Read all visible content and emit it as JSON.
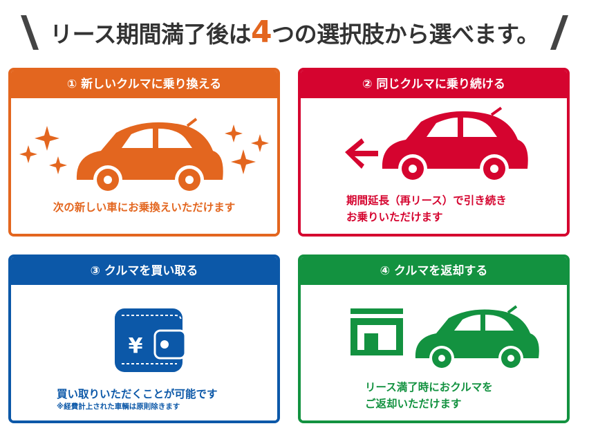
{
  "heading": {
    "prefix": "リース期間満了後は",
    "number": "4",
    "suffix": "つの選択肢から選べます。"
  },
  "colors": {
    "orange": "#e3661f",
    "red": "#d5042f",
    "blue": "#0c58a8",
    "green": "#139240",
    "text": "#333333"
  },
  "options": [
    {
      "title": "① 新しいクルマに乗り換える",
      "line1": "次の新しい車にお乗換えいただけます",
      "line2": ""
    },
    {
      "title": "② 同じクルマに乗り続ける",
      "line1": "期間延長（再リース）で引き続き",
      "line2": "お乗りいただけます"
    },
    {
      "title": "③ クルマを買い取る",
      "line1": "買い取りいただくことが可能です",
      "line2": "※経費計上された車輌は原則除きます"
    },
    {
      "title": "④ クルマを返却する",
      "line1": "リース満了時におクルマを",
      "line2": "ご返却いただけます"
    }
  ],
  "icons": {
    "option1": [
      "car-icon",
      "sparkle-icon"
    ],
    "option2": [
      "car-icon",
      "arrow-left-icon"
    ],
    "option3": [
      "wallet-icon",
      "yen-icon"
    ],
    "option4": [
      "car-icon",
      "shop-icon"
    ]
  }
}
